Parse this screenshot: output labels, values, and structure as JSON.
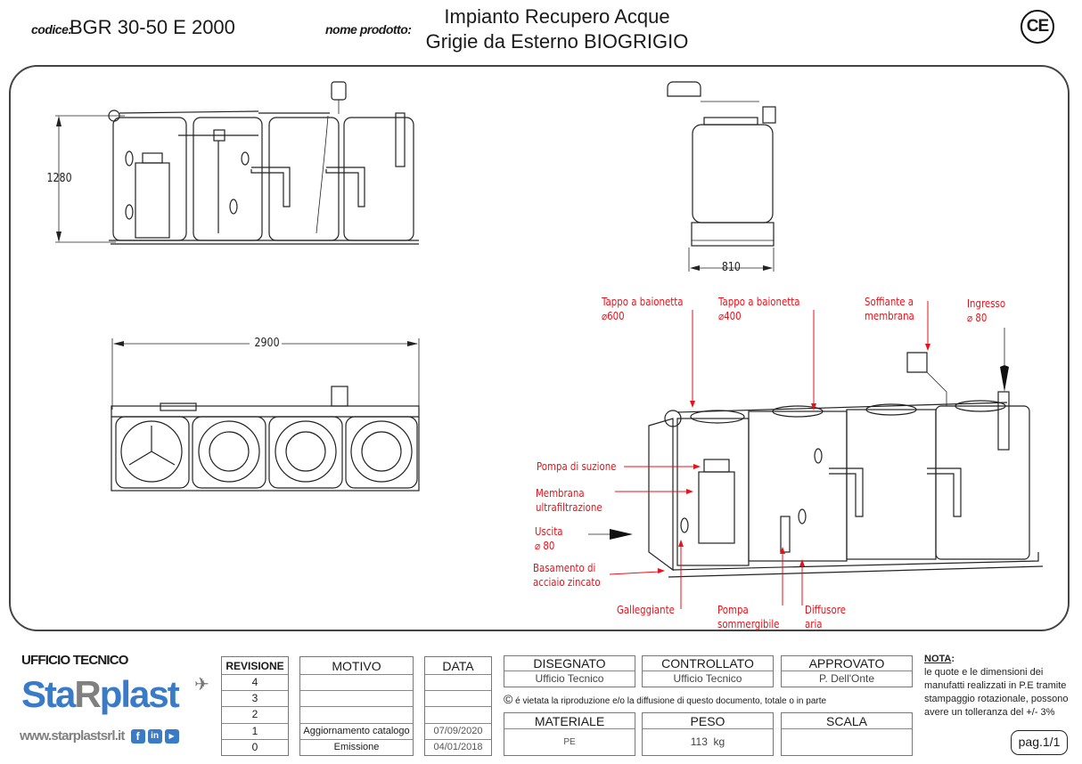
{
  "header": {
    "code_label": "codice:",
    "code_value": "BGR 30-50 E 2000",
    "product_label": "nome prodotto:",
    "product_title_line1": "Impianto Recupero Acque",
    "product_title_line2": "Grigie da Esterno BIOGRIGIO",
    "ce_mark": "CE"
  },
  "drawing": {
    "dimensions": {
      "height": "1280",
      "length": "2900",
      "width": "810"
    },
    "callouts": {
      "tappo_600_line1": "Tappo a baionetta",
      "tappo_600_line2": "⌀600",
      "tappo_400_line1": "Tappo a baionetta",
      "tappo_400_line2": "⌀400",
      "soffiante_line1": "Soffiante a",
      "soffiante_line2": "membrana",
      "ingresso_line1": "Ingresso",
      "ingresso_line2": "⌀ 80",
      "pompa_suzione": "Pompa di suzione",
      "membrana_line1": "Membrana",
      "membrana_line2": "ultrafiltrazione",
      "uscita_line1": "Uscita",
      "uscita_line2": "⌀ 80",
      "basamento_line1": "Basamento di",
      "basamento_line2": "acciaio zincato",
      "galleggiante": "Galleggiante",
      "pompa_somm_line1": "Pompa",
      "pompa_somm_line2": "sommergibile",
      "diffusore_line1": "Diffusore",
      "diffusore_line2": "aria"
    },
    "accent_color": "#e8121a"
  },
  "footer": {
    "department": "UFFICIO TECNICO",
    "logo": {
      "brand_part1": "Sta",
      "brand_R": "R",
      "brand_part2": "plast",
      "website": "www.starplastsrl.it",
      "social": [
        "f",
        "in",
        "▶"
      ],
      "brand_color": "#3a7bc8",
      "gray_color": "#808080"
    },
    "revisions": {
      "header": "REVISIONE",
      "rows": [
        "4",
        "3",
        "2",
        "1",
        "0"
      ]
    },
    "motivo": {
      "header": "MOTIVO",
      "rows": [
        "",
        "",
        "",
        "Aggiornamento catalogo",
        "Emissione"
      ]
    },
    "data": {
      "header": "DATA",
      "rows": [
        "",
        "",
        "",
        "07/09/2020",
        "04/01/2018"
      ]
    },
    "disegnato": {
      "header": "DISEGNATO",
      "value": "Ufficio Tecnico"
    },
    "controllato": {
      "header": "CONTROLLATO",
      "value": "Ufficio Tecnico"
    },
    "approvato": {
      "header": "APPROVATO",
      "value": "P. Dell'Onte"
    },
    "copyright": "é vietata la riproduzione e/o la diffusione di questo documento, totale o in parte",
    "copyright_symbol": "©",
    "materiale": {
      "header": "MATERIALE",
      "value": "PE"
    },
    "peso": {
      "header": "PESO",
      "value": "113  kg"
    },
    "scala": {
      "header": "SCALA",
      "value": ""
    },
    "nota": {
      "title": "NOTA",
      "lines": [
        "le quote e le dimensioni dei",
        "manufatti realizzati in P.E tramite",
        "stampaggio rotazionale, possono",
        "avere un tolleranza del +/- 3%"
      ]
    },
    "page": "pag.1/1"
  }
}
